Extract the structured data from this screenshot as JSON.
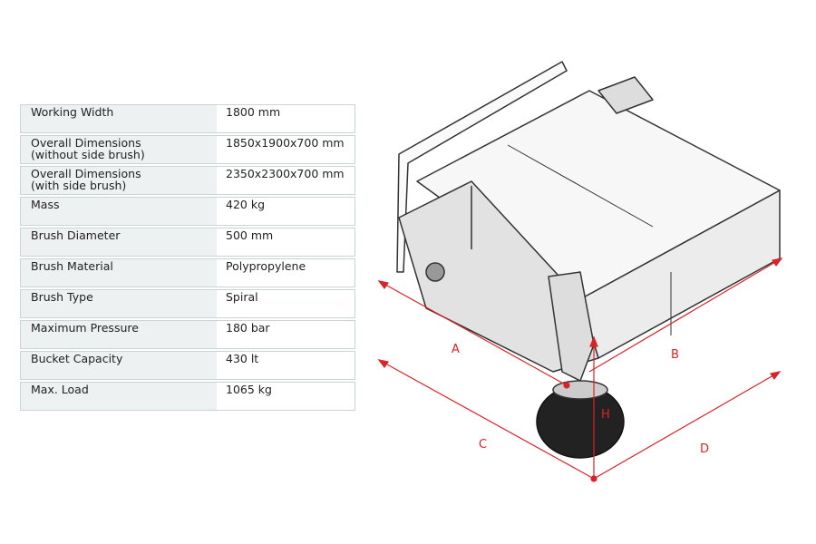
{
  "specs": [
    {
      "label": "Working Width",
      "value": "1800 mm"
    },
    {
      "label": "Overall Dimensions",
      "sub": "(without side brush)",
      "value": "1850x1900x700 mm"
    },
    {
      "label": "Overall Dimensions",
      "sub": "(with side brush)",
      "value": "2350x2300x700 mm"
    },
    {
      "label": "Mass",
      "value": "420 kg"
    },
    {
      "label": "Brush Diameter",
      "value": "500 mm"
    },
    {
      "label": "Brush Material",
      "value": "Polypropylene"
    },
    {
      "label": "Brush Type",
      "value": "Spiral"
    },
    {
      "label": "Maximum Pressure",
      "value": "180 bar"
    },
    {
      "label": "Bucket Capacity",
      "value": "430 lt"
    },
    {
      "label": "Max. Load",
      "value": "1065 kg"
    }
  ],
  "diagram": {
    "labels": {
      "a": "A",
      "b": "B",
      "c": "C",
      "d": "D",
      "h": "H"
    },
    "dimension_color": "#d9232a"
  }
}
